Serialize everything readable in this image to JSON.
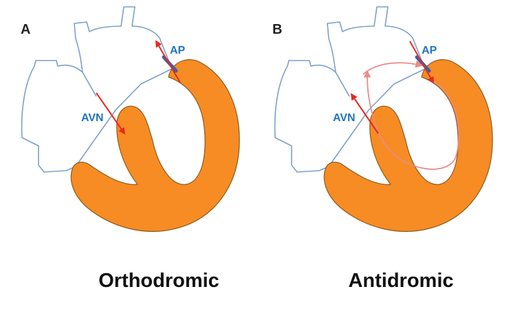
{
  "panels": [
    {
      "letter": "A",
      "ap_label": "AP",
      "avn_label": "AVN",
      "caption": "Orthodromic"
    },
    {
      "letter": "B",
      "ap_label": "AP",
      "avn_label": "AVN",
      "caption": "Antidromic"
    }
  ],
  "colors": {
    "ventricle": "#f68c23",
    "outline": "#7ba0c8",
    "label": "#1f74c2",
    "arrow": "#e8281e",
    "circuit": "#ec8a8a",
    "pathway": "#3e5fa6"
  }
}
